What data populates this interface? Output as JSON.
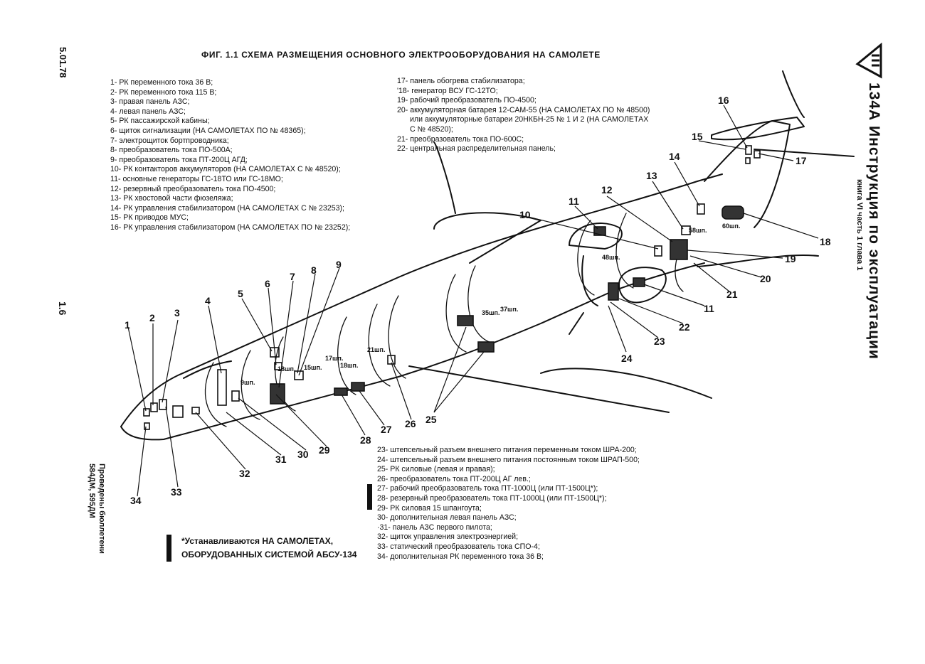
{
  "header": {
    "doc_code": "5.01.78",
    "title": "ФИГ. 1.1 СХЕМА РАЗМЕЩЕНИЯ ОСНОВНОГО ЭЛЕКТРООБОРУДОВАНИЯ НА САМОЛЕТЕ",
    "manual_title": "134А Инструкция по эксплуатации",
    "manual_book": "книга VI часть 1 глава 1",
    "page_number": "1.6",
    "bulletin_line1": "Проведены бюллетени",
    "bulletin_line2": "584ДМ, 595ДМ"
  },
  "legend_left": [
    "1- РК переменного тока 36 В;",
    "2- РК переменного тока 115 В;",
    "3- правая панель АЗС;",
    "4- левая панель АЗС;",
    "5- РК пассажирской кабины;",
    "6- щиток сигнализации (НА САМОЛЕТАХ ПО № 48365);",
    "7- электрощиток бортпроводника;",
    "8- преобразователь тока ПО-500А;",
    "9- преобразователь тока ПТ-200Ц АГД;",
    "10- РК контакторов аккумуляторов (НА САМОЛЕТАХ С № 48520);",
    "11- основные генераторы ГС-18ТО или ГС-18МО;",
    "12- резервный преобразователь тока ПО-4500;",
    "13- РК хвостовой части фюзеляжа;",
    "14- РК управления стабилизатором (НА САМОЛЕТАХ С № 23253);",
    "15- РК приводов МУС;",
    "16- РК управления стабилизатором (НА САМОЛЕТАХ ПО № 23252);"
  ],
  "legend_right": [
    "17- панель обогрева стабилизатора;",
    "'18- генератор ВСУ ГС-12ТО;",
    "19- рабочий преобразователь ПО-4500;",
    "20- аккумуляторная батарея 12-САМ-55 (НА САМОЛЕТАХ ПО № 48500)",
    "или аккумуляторные батареи 20НКБН-25 № 1 И 2 (НА САМОЛЕТАХ",
    "С № 48520);",
    "21- преобразователь тока ПО-600С;",
    "22- центральная распределительная панель;"
  ],
  "legend_bottom": [
    "23- штепсельный разъем внешнего питания переменным током ШРА-200;",
    "24- штепсельный разъем внешнего питания постоянным током ШРАП-500;",
    "25- РК силовые (левая и правая);",
    "26- преобразователь тока ПТ-200Ц АГ лев.;",
    "27- рабочий преобразователь тока ПТ-1000Ц (или ПТ-1500Ц*);",
    "28- резервный преобразователь тока ПТ-1000Ц (или ПТ-1500Ц*);",
    "29- РК силовая 15 шпангоута;",
    "30- дополнительная левая панель АЗС;",
    "·31- панель АЗС первого пилота;",
    "32- щиток управления электроэнергией;",
    "33- статический преобразователь тока СПО-4;",
    "34- дополнительная РК переменного тока 36 В;"
  ],
  "note": {
    "line1": "*Устанавливаются НА САМОЛЕТАХ,",
    "line2": "ОБОРУДОВАННЫХ СИСТЕМОЙ АБСУ-134"
  },
  "frame_labels": {
    "f9": "9шп.",
    "f15": "15шп.",
    "f17": "17шп.",
    "f18a": "18шп.",
    "f18b": "18шп.",
    "f21": "21шп.",
    "f35": "35шп.",
    "f37": "37шп.",
    "f48": "48шп.",
    "f58": "58шп.",
    "f60": "60шп."
  },
  "callouts": {
    "n1": "1",
    "n2": "2",
    "n3": "3",
    "n4": "4",
    "n5": "5",
    "n6": "6",
    "n7": "7",
    "n8": "8",
    "n9": "9",
    "n10": "10",
    "n11a": "11",
    "n11b": "11",
    "n12": "12",
    "n13": "13",
    "n14": "14",
    "n15": "15",
    "n16": "16",
    "n17": "17",
    "n18": "18",
    "n19": "19",
    "n20": "20",
    "n21": "21",
    "n22": "22",
    "n23": "23",
    "n24": "24",
    "n25": "25",
    "n26": "26",
    "n27": "27",
    "n28": "28",
    "n29": "29",
    "n30": "30",
    "n31": "31",
    "n32": "32",
    "n33": "33",
    "n34": "34"
  }
}
